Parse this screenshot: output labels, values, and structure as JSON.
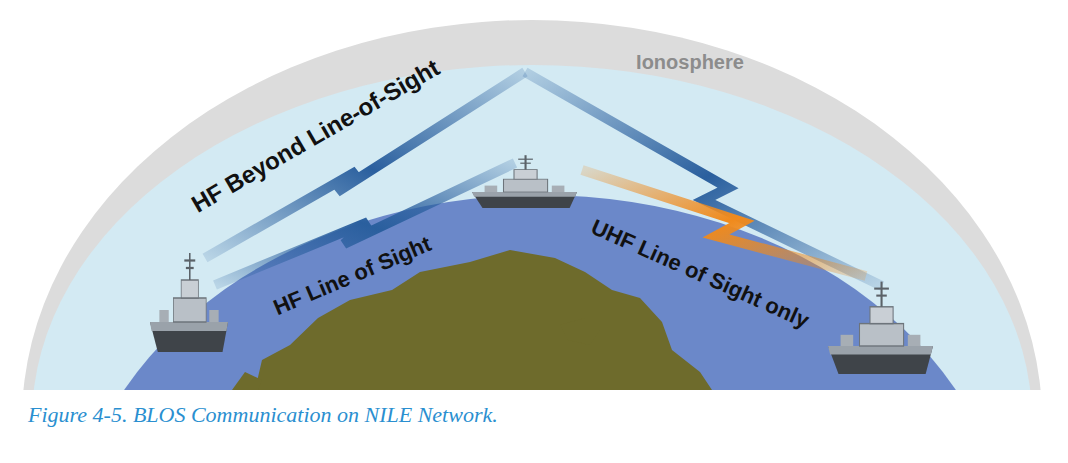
{
  "diagram": {
    "caption": "Figure 4-5. BLOS Communication on NILE Network.",
    "labels": [
      "Ionosphere",
      "HF Beyond Line-of-Sight",
      "HF Line of Sight",
      "UHF Line of Sight only"
    ]
  }
}
